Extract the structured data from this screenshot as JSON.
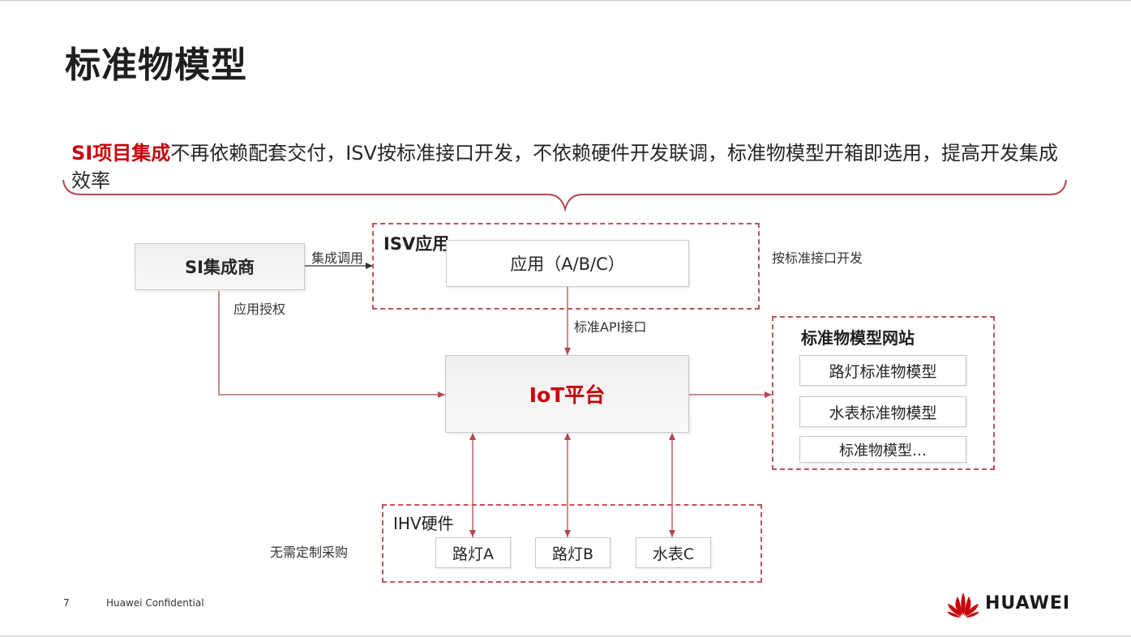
{
  "slide": {
    "title": "标准物模型",
    "summary_highlight": "SI项目集成",
    "summary_rest": "不再依赖配套交付，ISV按标准接口开发，不依赖硬件开发联调，标准物模型开箱即选用，提高开发集成效率",
    "page_number": "7",
    "confidential": "Huawei Confidential",
    "logo_text": "HUAWEI"
  },
  "diagram": {
    "si_box": "SI集成商",
    "isv_group_title": "ISV应用",
    "app_box": "应用（A/B/C）",
    "iot_box": "IoT平台",
    "model_site_title": "标准物模型网站",
    "models": [
      "路灯标准物模型",
      "水表标准物模型",
      "标准物模型…"
    ],
    "ihv_group_title": "IHV硬件",
    "devices": [
      "路灯A",
      "路灯B",
      "水表C"
    ],
    "labels": {
      "integration_call": "集成调用",
      "app_auth": "应用授权",
      "standard_api": "标准API接口",
      "dev_by_standard": "按标准接口开发",
      "no_custom_purchase": "无需定制采购"
    }
  },
  "colors": {
    "accent": "#c7000b",
    "arrow": "#b5474f",
    "dashed_border": "#c25158"
  }
}
